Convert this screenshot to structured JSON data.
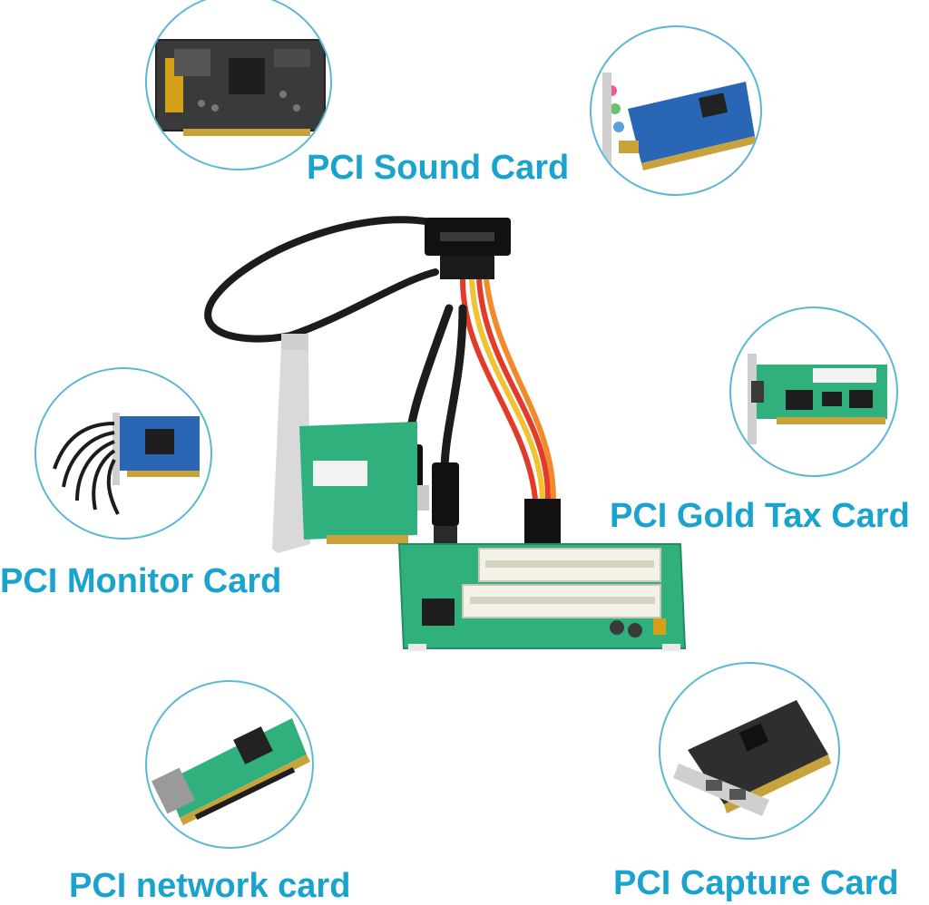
{
  "labels": {
    "sound": "PCI Sound Card",
    "gold_tax": "PCI Gold Tax Card",
    "monitor": "PCI Monitor Card",
    "network": "PCI network card",
    "capture": "PCI Capture Card"
  },
  "colors": {
    "label_text": "#1aa3cf",
    "circle_border": "#5ab8d6",
    "pcb_green": "#2fb07d",
    "pcb_blue": "#2a66b6",
    "cable_black": "#1c1c1c",
    "slot_white": "#f3f1e8",
    "wire_red": "#e23b2a",
    "wire_yellow": "#f2c232",
    "wire_orange": "#f08a2b"
  },
  "icons": {
    "sound_card": "pci-sound-card-photo",
    "sound_card_2": "pci-sound-card-blue-photo",
    "gold_tax_card": "pci-gold-tax-card-photo",
    "monitor_card": "pci-monitor-card-photo",
    "network_card": "pci-network-card-photo",
    "capture_card": "pci-capture-card-photo",
    "adapter": "pcie-to-dual-pci-adapter-photo"
  }
}
